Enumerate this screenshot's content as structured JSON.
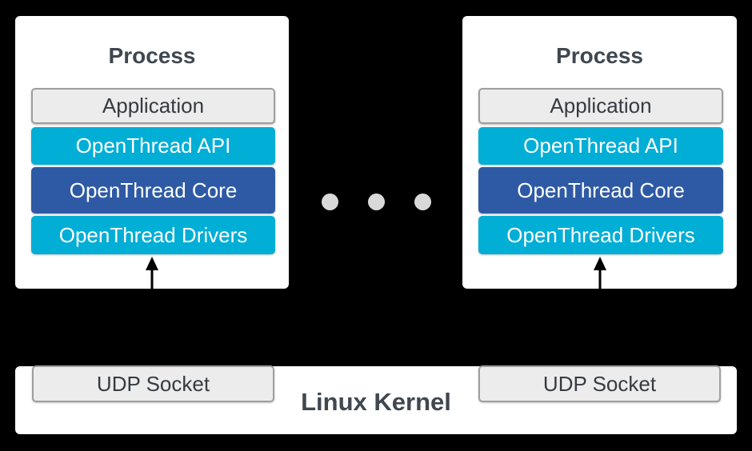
{
  "colors": {
    "background": "#000000",
    "card": "#ffffff",
    "cyan": "#00aed6",
    "blue": "#2e5aa5",
    "gray_fill": "#ececec",
    "gray_border": "#9e9e9e",
    "title_text": "#3f474f",
    "dark_text": "#363b41",
    "dot": "#d9d9d9",
    "arrow": "#000000"
  },
  "processes": [
    {
      "title": "Process",
      "layers": [
        {
          "label": "Application"
        },
        {
          "label": "OpenThread API"
        },
        {
          "label": "OpenThread Core"
        },
        {
          "label": "OpenThread Drivers"
        }
      ]
    },
    {
      "title": "Process",
      "layers": [
        {
          "label": "Application"
        },
        {
          "label": "OpenThread API"
        },
        {
          "label": "OpenThread Core"
        },
        {
          "label": "OpenThread Drivers"
        }
      ]
    }
  ],
  "separator": {
    "dot_count": 3
  },
  "kernel": {
    "label": "Linux Kernel",
    "sockets": [
      {
        "label": "UDP Socket"
      },
      {
        "label": "UDP Socket"
      }
    ]
  }
}
